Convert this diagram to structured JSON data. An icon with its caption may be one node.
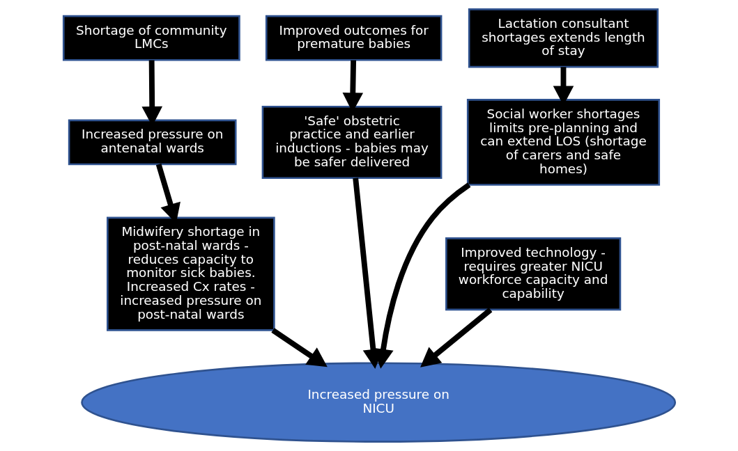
{
  "diagram": {
    "nodes": [
      {
        "text": [
          "Shortage of community LMCs"
        ]
      },
      {
        "text": [
          "Increased pressure on antenatal wards"
        ]
      },
      {
        "text": [
          "Midwifery shortage in post-natal wards - reduces capacity to monitor sick babies. Increased Cx rates - increased pressure on post-natal wards"
        ]
      },
      {
        "text": [
          "Improved outcomes for premature babies"
        ]
      },
      {
        "text": [
          "'Safe' obstetric practice and earlier inductions - babies may be safer delivered"
        ]
      },
      {
        "text": [
          "Lactation consultant shortages extends length of stay"
        ]
      },
      {
        "text": [
          "Social worker shortages limits pre-planning and can extend LOS (shortage of carers and safe homes)"
        ]
      },
      {
        "text": [
          "Improved technology - requires greater NICU workforce capacity and capability"
        ]
      },
      {
        "text": [
          "Increased pressure on NICU"
        ]
      }
    ],
    "edges": [
      {
        "from": 0,
        "to": 1,
        "arrow": "to"
      },
      {
        "from": 1,
        "to": 2,
        "arrow": "to"
      },
      {
        "from": 3,
        "to": 4,
        "arrow": "to"
      },
      {
        "from": 5,
        "to": 6,
        "arrow": "to"
      },
      {
        "from": 4,
        "to": 8,
        "arrow": "to"
      },
      {
        "from": 2,
        "to": 8,
        "arrow": "to"
      },
      {
        "from": 7,
        "to": 8,
        "arrow": "to"
      },
      {
        "from": 6,
        "to": 8,
        "arrow": "to"
      }
    ]
  }
}
